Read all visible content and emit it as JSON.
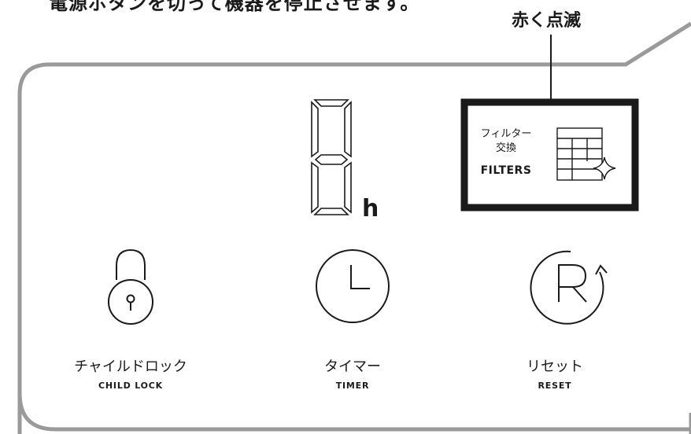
{
  "top_caption": "電源ボタンを切って機器を停止させます。",
  "callout_label": "赤く点滅",
  "filter_indicator": {
    "label_ja_line1": "フィルター",
    "label_ja_line2": "交換",
    "label_en": "FILTERS",
    "icon": "filter-sparkle-icon"
  },
  "display": {
    "digit_icon": "seven-segment-digit-icon",
    "unit": "h"
  },
  "buttons": [
    {
      "label_ja": "チャイルドロック",
      "label_en": "CHILD LOCK",
      "icon": "padlock-icon"
    },
    {
      "label_ja": "タイマー",
      "label_en": "TIMER",
      "icon": "clock-icon"
    },
    {
      "label_ja": "リセット",
      "label_en": "RESET",
      "icon": "reset-r-icon"
    }
  ]
}
